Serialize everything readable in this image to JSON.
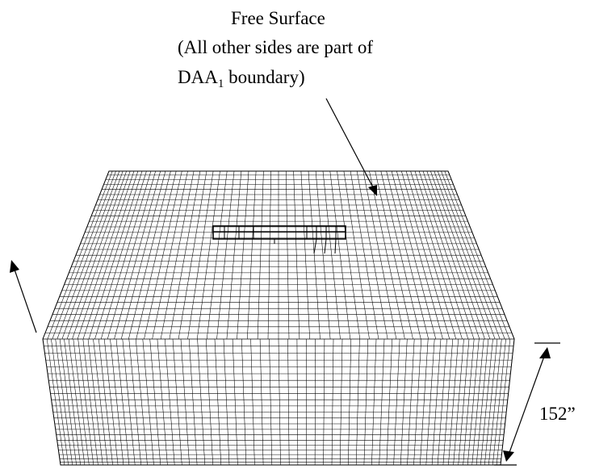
{
  "annotation": {
    "line1": "Free Surface",
    "line2": "(All other sides are part of",
    "line3_prefix": "DAA",
    "line3_subscript": "1",
    "line3_suffix": " boundary)"
  },
  "dimension": {
    "text": "152”"
  },
  "colors": {
    "ink": "#000000",
    "background": "#ffffff"
  }
}
